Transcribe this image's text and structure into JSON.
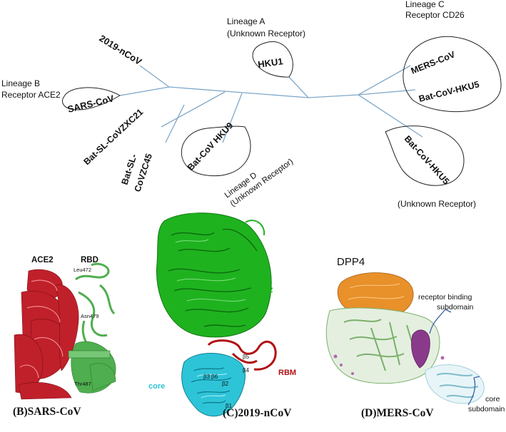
{
  "tree": {
    "leaves": {
      "hku1": "HKU1",
      "mers": "MERS-CoV",
      "bat_hku5_a": "Bat-CoV-HKU5",
      "bat_hku5_b": "Bat-CoV-HKU5",
      "ncov": "2019-nCoV",
      "sars": "SARS-CoV",
      "zxc21": "Bat-SL-CoVZXC21",
      "zc45_line1": "Bat-SL-",
      "zc45_line2": "CoVZC45",
      "hku9": "Bat-CoV HKU9"
    },
    "lineage_a": {
      "line1": "Lineage A",
      "line2": "(Unknown Receptor)"
    },
    "lineage_b": {
      "line1": "Lineage B",
      "line2": "Receptor ACE2"
    },
    "lineage_c": {
      "line1": "Lineage C",
      "line2": "Receptor CD26"
    },
    "lineage_d": {
      "line1": "Lineage D",
      "line2": "(Unknown Receptor)"
    },
    "hku5_receptor": "(Unknown Receptor)"
  },
  "panels": {
    "b": {
      "caption": "(B)SARS-CoV",
      "ace2": "ACE2",
      "rbd": "RBD",
      "leu": "Leu472",
      "asn": "Asn479",
      "thr": "Thr487"
    },
    "c": {
      "caption": "(C)2019-nCoV",
      "ace2": "ACE2",
      "rbm": "RBM",
      "core": "core",
      "b5": "β5",
      "b4": "β4",
      "b3": "β3",
      "b6": "β6",
      "b2": "β2",
      "b1": "β1"
    },
    "d": {
      "caption": "(D)MERS-CoV",
      "dpp4": "DPP4",
      "rbs_line1": "receptor binding",
      "rbs_line2": "subdomain",
      "core_line1": "core",
      "core_line2": "subdomain"
    }
  },
  "colors": {
    "branch": "#7fa8c9",
    "ace2_red": "#c0202a",
    "rbd_green": "#4fae4f",
    "ace2_green": "#1fb21f",
    "rbm_red": "#b01010",
    "core_cyan": "#2ec4d8",
    "dpp4_orange": "#e8902a",
    "dpp4_green": "#7bb06a",
    "mers_purple": "#8a3a8a",
    "mers_cyan": "#9fd0dc"
  }
}
